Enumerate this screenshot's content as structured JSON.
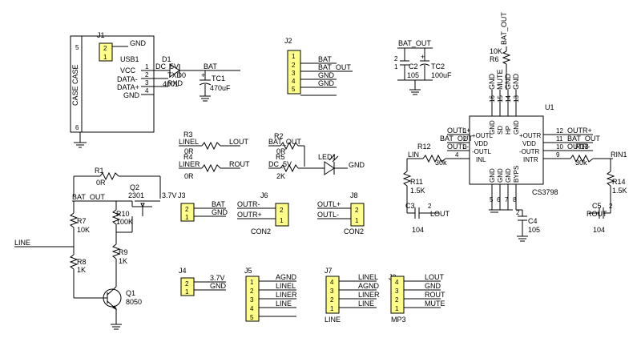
{
  "components": {
    "J1": {
      "ref": "J1",
      "case_label": "CASE CASE",
      "part": "USB1",
      "pins": [
        "VCC",
        "DATA-",
        "DATA+",
        "GND"
      ],
      "pin_numbers": [
        "1",
        "2",
        "3",
        "4",
        "5",
        "6"
      ],
      "header_pins": [
        "1",
        "2"
      ],
      "net_gnd": "GND"
    },
    "D1": {
      "ref": "D1",
      "value": "4001",
      "net_in": "DC_5V",
      "net_out": "BAT"
    },
    "TC1": {
      "ref": "TC1",
      "value": "470uF",
      "plus": "+"
    },
    "J2": {
      "ref": "J2",
      "pins": [
        "1",
        "2",
        "3",
        "4",
        "5"
      ],
      "nets": [
        "BAT",
        "BAT_OUT",
        "GND",
        "GND",
        ""
      ]
    },
    "C2": {
      "ref": "C2",
      "pin1": "2",
      "pin2": "1",
      "value": "105",
      "net": "BAT_OUT"
    },
    "TC2": {
      "ref": "TC2",
      "value": "100uF",
      "plus": "+"
    },
    "R6": {
      "ref": "R6",
      "value": "10K",
      "net": "BAT_OUT"
    },
    "U1": {
      "ref": "U1",
      "part": "CS3798",
      "left_pins": [
        "+OUTL",
        "VDD",
        "-OUTL",
        "INL"
      ],
      "right_pins": [
        "+OUTR",
        "VDD",
        "-OUTR",
        "INTR"
      ],
      "top_pins": [
        "GND",
        "MUTE",
        "SD",
        "HP",
        "GND"
      ],
      "top_nums": [
        "16",
        "15",
        "14",
        "13"
      ],
      "bottom_pins": [
        "GND",
        "GND",
        "GND",
        "BYPS"
      ],
      "bottom_nums": [
        "5",
        "6",
        "7",
        "8"
      ],
      "left_nums": [
        "1",
        "2",
        "3",
        "4"
      ],
      "right_nums": [
        "12",
        "11",
        "10",
        "9"
      ],
      "left_nets": [
        "OUTL+",
        "BAT_OUT",
        "OUTL-"
      ],
      "right_nets": [
        "OUTR+",
        "BAT_OUT",
        "OUTR-"
      ]
    },
    "R12": {
      "ref": "R12",
      "value": "30k",
      "net": "LIN"
    },
    "R13": {
      "ref": "R13",
      "value": "30k",
      "net": "RIN1"
    },
    "R11": {
      "ref": "R11",
      "value": "1.5K"
    },
    "R14": {
      "ref": "R14",
      "value": "1.5K"
    },
    "C3": {
      "ref": "C3",
      "value": "104",
      "pin": "2",
      "net": "LOUT"
    },
    "C5": {
      "ref": "C5",
      "value": "104",
      "pin": "2",
      "net": "ROUT"
    },
    "C4": {
      "ref": "C4",
      "value": "105",
      "pin": "2"
    },
    "R3": {
      "ref": "R3",
      "value": "0R",
      "net_left": "LINEL",
      "net_right": "LOUT"
    },
    "R4": {
      "ref": "R4",
      "value": "0R",
      "net_left": "LINER",
      "net_right": "ROUT"
    },
    "R2": {
      "ref": "R2",
      "value": "0R",
      "net": "BAT_OUT"
    },
    "R5": {
      "ref": "R5",
      "value": "2K",
      "net": "DC_5V"
    },
    "LED1": {
      "ref": "LED1",
      "net": "GND"
    },
    "R1": {
      "ref": "R1",
      "value": "0R"
    },
    "Q2": {
      "ref": "Q2",
      "value": "2301",
      "net": "BAT_OUT"
    },
    "R10": {
      "ref": "R10",
      "value": "100K"
    },
    "R7": {
      "ref": "R7",
      "value": "10K"
    },
    "R8": {
      "ref": "R8",
      "value": "1K"
    },
    "R9": {
      "ref": "R9",
      "value": "1K"
    },
    "Q1": {
      "ref": "Q1",
      "value": "8050"
    },
    "LINE_net": "LINE",
    "J3": {
      "ref": "J3",
      "label": "3.7V",
      "pins": [
        "2",
        "1"
      ],
      "nets": [
        "BAT",
        "GND"
      ]
    },
    "J6": {
      "ref": "J6",
      "pins": [
        "2",
        "1"
      ],
      "nets": [
        "OUTR-",
        "OUTR+"
      ],
      "con": "CON2"
    },
    "J8": {
      "ref": "J8",
      "pins": [
        "2",
        "1"
      ],
      "nets": [
        "OUTL+",
        "OUTL-"
      ],
      "con": "CON2"
    },
    "J4": {
      "ref": "J4",
      "pins": [
        "2",
        "1"
      ],
      "nets": [
        "3.7V",
        "GND"
      ]
    },
    "J5": {
      "ref": "J5",
      "pins": [
        "1",
        "2",
        "3",
        "4",
        "5"
      ],
      "nets": [
        "AGND",
        "LINEL",
        "LINER",
        "LINE",
        ""
      ]
    },
    "J7": {
      "ref": "J7",
      "pins": [
        "4",
        "3",
        "2",
        "1"
      ],
      "nets": [
        "LINEL",
        "AGND",
        "LINER",
        "LINE"
      ],
      "label": "LINE"
    },
    "J9": {
      "ref": "J9",
      "pins": [
        "4",
        "3",
        "2",
        "1"
      ],
      "nets": [
        "LOUT",
        "GND",
        "ROUT",
        "MUTE"
      ],
      "label": "MP3"
    }
  }
}
